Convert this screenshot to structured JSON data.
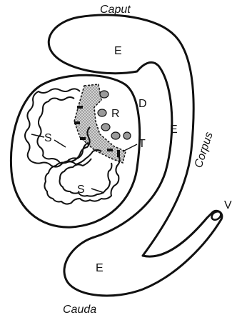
{
  "labels": {
    "caput": "Caput",
    "corpus": "Corpus",
    "cauda": "Cauda",
    "efferent_caput": "E",
    "efferent_corpus": "E",
    "efferent_cauda": "E",
    "rete": "R",
    "ductuli": "D",
    "tubuli_recti": "T",
    "seminiferous_upper": "S",
    "seminiferous_lower": "S",
    "vas": "V"
  },
  "colors": {
    "stroke": "#111111",
    "fill": "#ffffff",
    "rete_fill": "#c8c8c8",
    "bud_fill": "#9a9a9a"
  }
}
